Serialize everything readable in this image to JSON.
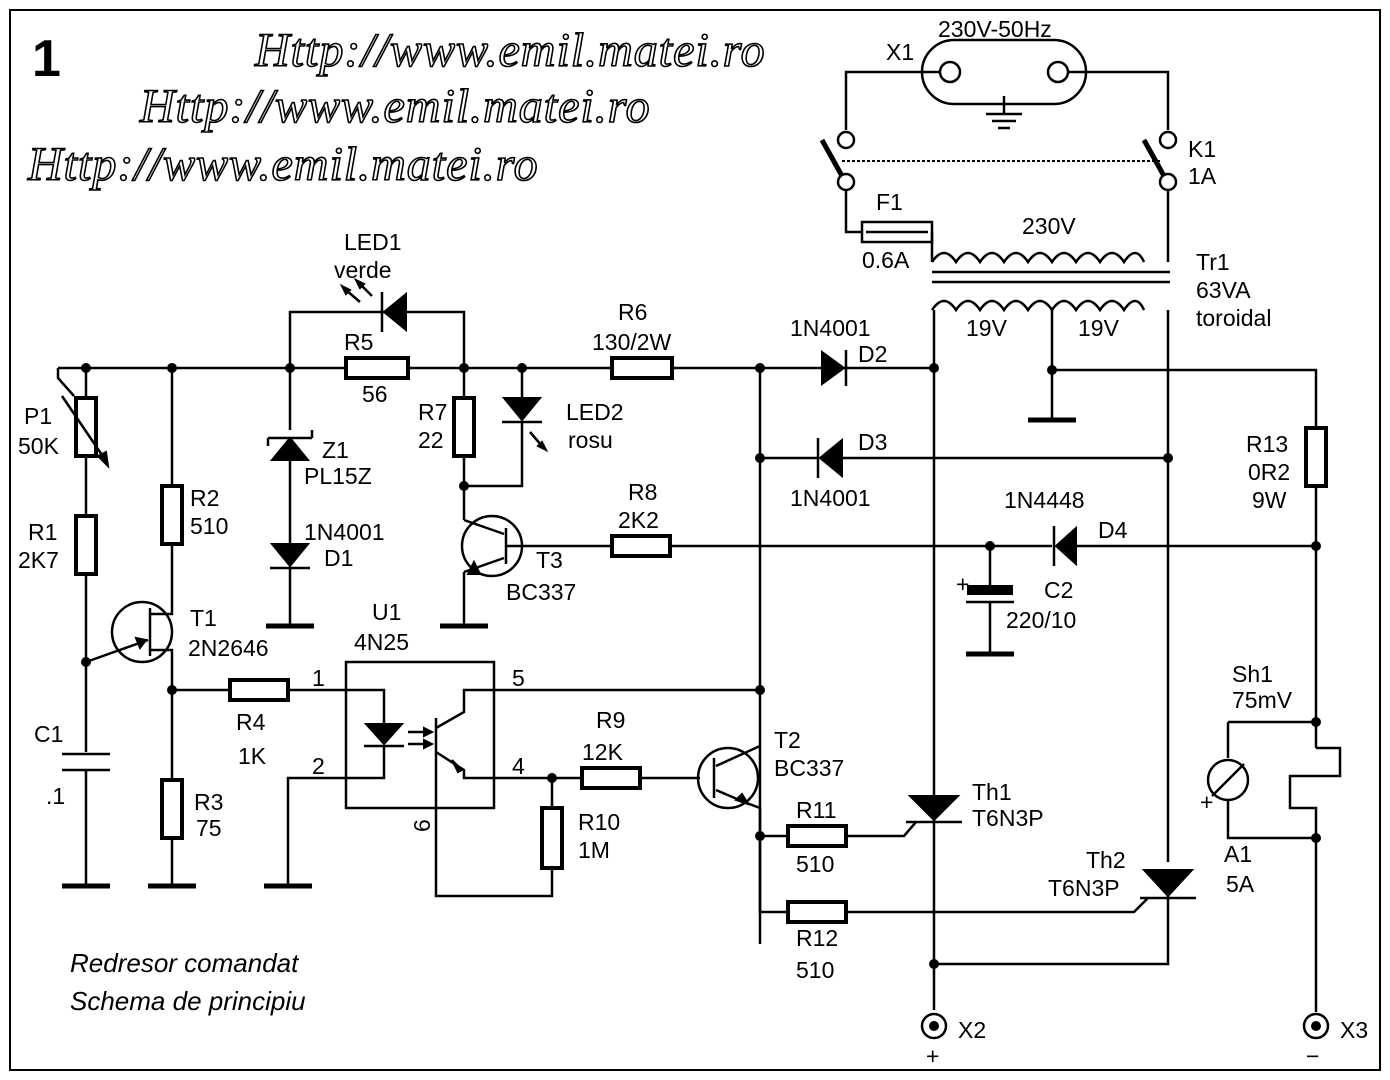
{
  "page_number": "1",
  "urls": [
    "Http://www.emil.matei.ro",
    "Http://www.emil.matei.ro",
    "Http://www.emil.matei.ro"
  ],
  "caption": [
    "Redresor comandat",
    "Schema de principiu"
  ],
  "mains": {
    "name": "X1",
    "rating": "230V-50Hz"
  },
  "switch": {
    "name": "K1",
    "rating": "1A"
  },
  "fuse": {
    "name": "F1",
    "rating": "0.6A"
  },
  "transformer": {
    "name": "Tr1",
    "power": "63VA",
    "type": "toroidal",
    "primary": "230V",
    "sec_a": "19V",
    "sec_b": "19V"
  },
  "diodes": {
    "d1": {
      "name": "D1",
      "part": "1N4001"
    },
    "d2": {
      "name": "D2",
      "part": "1N4001"
    },
    "d3": {
      "name": "D3",
      "part": "1N4001"
    },
    "d4": {
      "name": "D4",
      "part": "1N4448"
    }
  },
  "leds": {
    "led1": {
      "name": "LED1",
      "color": "verde"
    },
    "led2": {
      "name": "LED2",
      "color": "rosu"
    }
  },
  "zener": {
    "name": "Z1",
    "part": "PL15Z"
  },
  "pot": {
    "name": "P1",
    "value": "50K"
  },
  "resistors": {
    "r1": {
      "name": "R1",
      "value": "2K7"
    },
    "r2": {
      "name": "R2",
      "value": "510"
    },
    "r3": {
      "name": "R3",
      "value": "75"
    },
    "r4": {
      "name": "R4",
      "value": "1K"
    },
    "r5": {
      "name": "R5",
      "value": "56"
    },
    "r6": {
      "name": "R6",
      "value": "130/2W"
    },
    "r7": {
      "name": "R7",
      "value": "22"
    },
    "r8": {
      "name": "R8",
      "value": "2K2"
    },
    "r9": {
      "name": "R9",
      "value": "12K"
    },
    "r10": {
      "name": "R10",
      "value": "1M"
    },
    "r11": {
      "name": "R11",
      "value": "510"
    },
    "r12": {
      "name": "R12",
      "value": "510"
    },
    "r13": {
      "name": "R13",
      "value": "0R2",
      "power": "9W"
    }
  },
  "capacitors": {
    "c1": {
      "name": "C1",
      "value": ".1"
    },
    "c2": {
      "name": "C2",
      "value": "220/10"
    }
  },
  "transistors": {
    "t1": {
      "name": "T1",
      "part": "2N2646"
    },
    "t2": {
      "name": "T2",
      "part": "BC337"
    },
    "t3": {
      "name": "T3",
      "part": "BC337"
    }
  },
  "optocoupler": {
    "name": "U1",
    "part": "4N25",
    "pins": [
      "1",
      "2",
      "4",
      "5",
      "6"
    ]
  },
  "thyristors": {
    "th1": {
      "name": "Th1",
      "part": "T6N3P"
    },
    "th2": {
      "name": "Th2",
      "part": "T6N3P"
    }
  },
  "shunt": {
    "name": "Sh1",
    "value": "75mV"
  },
  "ammeter": {
    "name": "A1",
    "value": "5A",
    "polarity": "+"
  },
  "outputs": {
    "x2": {
      "name": "X2",
      "polarity": "+"
    },
    "x3": {
      "name": "X3",
      "polarity": "−"
    }
  }
}
